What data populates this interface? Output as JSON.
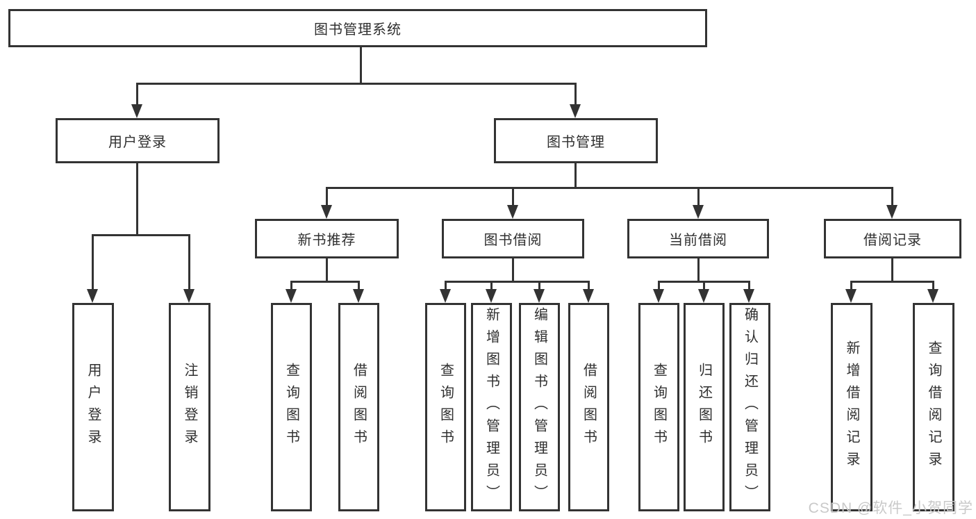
{
  "tree": {
    "label": "图书管理系统",
    "children": [
      {
        "label": "用户登录",
        "children": [
          {
            "label": "用户登录"
          },
          {
            "label": "注销登录"
          }
        ]
      },
      {
        "label": "图书管理",
        "children": [
          {
            "label": "新书推荐",
            "children": [
              {
                "label": "查询图书"
              },
              {
                "label": "借阅图书"
              }
            ]
          },
          {
            "label": "图书借阅",
            "children": [
              {
                "label": "查询图书"
              },
              {
                "label": "新增图书（管理员）"
              },
              {
                "label": "编辑图书（管理员）"
              },
              {
                "label": "借阅图书"
              }
            ]
          },
          {
            "label": "当前借阅",
            "children": [
              {
                "label": "查询图书"
              },
              {
                "label": "归还图书"
              },
              {
                "label": "确认归还（管理员）"
              }
            ]
          },
          {
            "label": "借阅记录",
            "children": [
              {
                "label": "新增借阅记录"
              },
              {
                "label": "查询借阅记录"
              }
            ]
          }
        ]
      }
    ]
  },
  "watermark": {
    "text": "CSDN @软件_小贺同学"
  },
  "colors": {
    "line": "#333333",
    "text": "#2f2f2f",
    "box_fill": "#ffffff",
    "background": "#ffffff",
    "watermark": "#c9c9c9"
  }
}
